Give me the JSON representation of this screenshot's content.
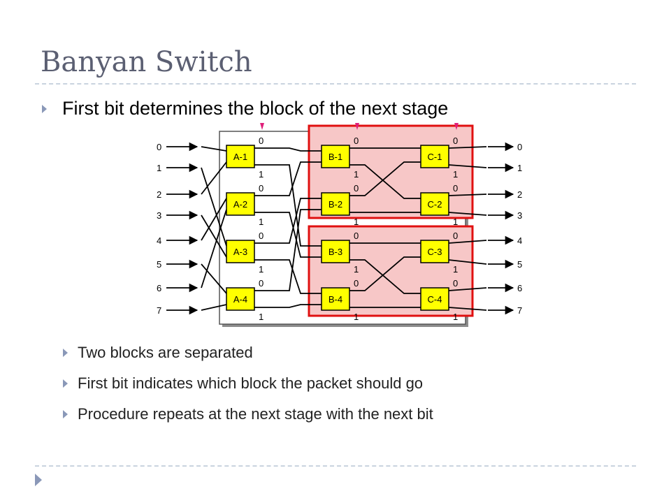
{
  "slide": {
    "title": "Banyan Switch",
    "main_bullet": "First bit determines the block of the next stage",
    "sub_bullets": [
      "Two blocks are separated",
      "First bit indicates which block the packet should go",
      "Procedure repeats at the next stage with the next bit"
    ]
  },
  "diagram": {
    "input_labels": [
      "0",
      "1",
      "2",
      "3",
      "4",
      "5",
      "6",
      "7"
    ],
    "output_labels": [
      "0",
      "1",
      "2",
      "3",
      "4",
      "5",
      "6",
      "7"
    ],
    "stage_a": [
      "A-1",
      "A-2",
      "A-3",
      "A-4"
    ],
    "stage_b": [
      "B-1",
      "B-2",
      "B-3",
      "B-4"
    ],
    "stage_c": [
      "C-1",
      "C-2",
      "C-3",
      "C-4"
    ],
    "port_bits": [
      "0",
      "1"
    ],
    "colors": {
      "switch_fill": "#ffff00",
      "highlight_fill": "#f7c7c7",
      "highlight_border": "#e01010",
      "marker": "#e0207a"
    }
  }
}
